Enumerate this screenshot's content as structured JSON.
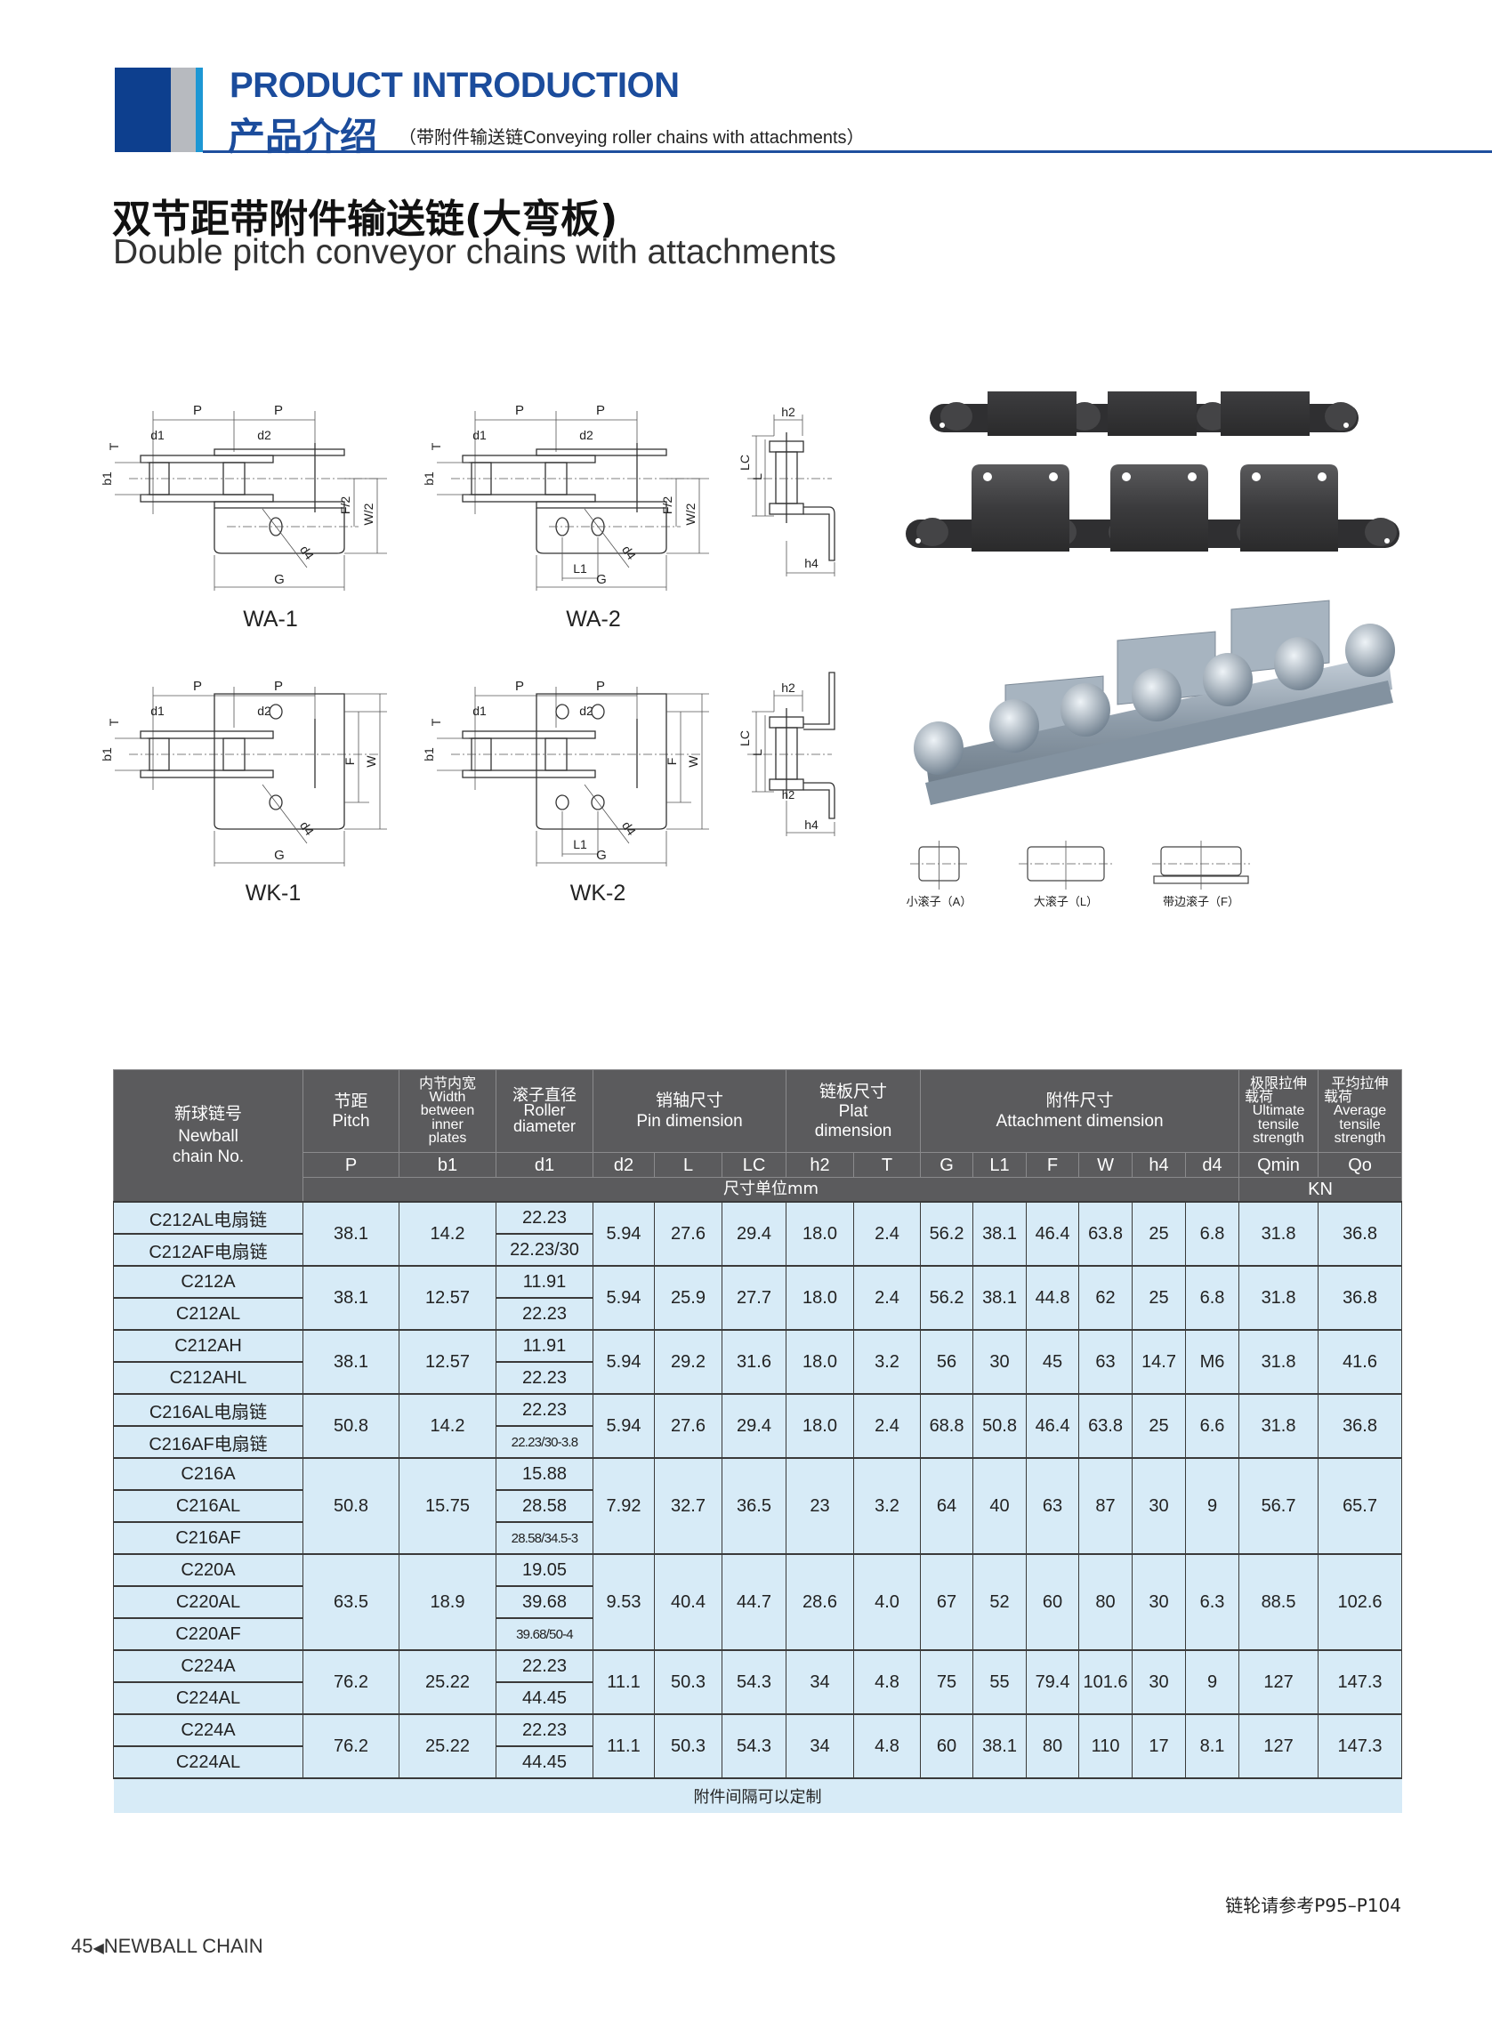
{
  "header": {
    "title_en": "PRODUCT INTRODUCTION",
    "title_cn": "产品介绍",
    "subtitle": "（带附件输送链Conveying roller chains with attachments）",
    "colors": {
      "dark_blue": "#0d3f8e",
      "gray": "#b7babf",
      "cyan": "#1d97d4",
      "title": "#1b4c9c"
    }
  },
  "section": {
    "title_cn": "双节距带附件输送链(大弯板)",
    "title_en": "Double pitch conveyor chains with attachments"
  },
  "diagrams": {
    "labels": {
      "wa1": "WA-1",
      "wa2": "WA-2",
      "wk1": "WK-1",
      "wk2": "WK-2"
    },
    "dims": {
      "P": "P",
      "d1": "d1",
      "d2": "d2",
      "T": "T",
      "b1": "b1",
      "F2": "F/2",
      "W2": "W/2",
      "F": "F",
      "W": "W",
      "d4": "d4",
      "G": "G",
      "L1": "L1",
      "h2": "h2",
      "h4": "h4",
      "LC": "LC",
      "L": "L"
    },
    "rollers": [
      "小滚子（A）",
      "大滚子（L）",
      "带边滚子（F）"
    ]
  },
  "table": {
    "header": {
      "chain_no": [
        "新球链号",
        "Newball",
        "chain No."
      ],
      "pitch": [
        "节距",
        "Pitch"
      ],
      "width": [
        "内节内宽",
        "Width",
        "between",
        "inner",
        "plates"
      ],
      "roller": [
        "滚子直径",
        "Roller",
        "diameter"
      ],
      "pin": [
        "销轴尺寸",
        "Pin dimension"
      ],
      "plate": [
        "链板尺寸",
        "Plat",
        "dimension"
      ],
      "attach": [
        "附件尺寸",
        "Attachment dimension"
      ],
      "ultimate": [
        "极限拉伸",
        "载荷",
        "Ultimate",
        "tensile",
        "strength"
      ],
      "average": [
        "平均拉伸",
        "载荷",
        "Average",
        "tensile",
        "strength"
      ],
      "symbols": [
        "P",
        "b1",
        "d1",
        "d2",
        "L",
        "LC",
        "h2",
        "T",
        "G",
        "L1",
        "F",
        "W",
        "h4",
        "d4",
        "Qmin",
        "Qo"
      ],
      "unit_mm": "尺寸单位mm",
      "unit_kn": "KN"
    },
    "groups": [
      {
        "names": [
          "C212AL电扇链",
          "C212AF电扇链"
        ],
        "P": "38.1",
        "b1": "14.2",
        "d1": [
          "22.23",
          "22.23/30"
        ],
        "d2": "5.94",
        "L": "27.6",
        "LC": "29.4",
        "h2": "18.0",
        "T": "2.4",
        "G": "56.2",
        "L1": "38.1",
        "F": "46.4",
        "W": "63.8",
        "h4": "25",
        "d4": "6.8",
        "Qmin": "31.8",
        "Qo": "36.8"
      },
      {
        "names": [
          "C212A",
          "C212AL"
        ],
        "P": "38.1",
        "b1": "12.57",
        "d1": [
          "11.91",
          "22.23"
        ],
        "d2": "5.94",
        "L": "25.9",
        "LC": "27.7",
        "h2": "18.0",
        "T": "2.4",
        "G": "56.2",
        "L1": "38.1",
        "F": "44.8",
        "W": "62",
        "h4": "25",
        "d4": "6.8",
        "Qmin": "31.8",
        "Qo": "36.8"
      },
      {
        "names": [
          "C212AH",
          "C212AHL"
        ],
        "P": "38.1",
        "b1": "12.57",
        "d1": [
          "11.91",
          "22.23"
        ],
        "d2": "5.94",
        "L": "29.2",
        "LC": "31.6",
        "h2": "18.0",
        "T": "3.2",
        "G": "56",
        "L1": "30",
        "F": "45",
        "W": "63",
        "h4": "14.7",
        "d4": "M6",
        "Qmin": "31.8",
        "Qo": "41.6"
      },
      {
        "names": [
          "C216AL电扇链",
          "C216AF电扇链"
        ],
        "P": "50.8",
        "b1": "14.2",
        "d1": [
          "22.23",
          "22.23/30-3.8"
        ],
        "d2": "5.94",
        "L": "27.6",
        "LC": "29.4",
        "h2": "18.0",
        "T": "2.4",
        "G": "68.8",
        "L1": "50.8",
        "F": "46.4",
        "W": "63.8",
        "h4": "25",
        "d4": "6.6",
        "Qmin": "31.8",
        "Qo": "36.8"
      },
      {
        "names": [
          "C216A",
          "C216AL",
          "C216AF"
        ],
        "P": "50.8",
        "b1": "15.75",
        "d1": [
          "15.88",
          "28.58",
          "28.58/34.5-3"
        ],
        "d2": "7.92",
        "L": "32.7",
        "LC": "36.5",
        "h2": "23",
        "T": "3.2",
        "G": "64",
        "L1": "40",
        "F": "63",
        "W": "87",
        "h4": "30",
        "d4": "9",
        "Qmin": "56.7",
        "Qo": "65.7"
      },
      {
        "names": [
          "C220A",
          "C220AL",
          "C220AF"
        ],
        "P": "63.5",
        "b1": "18.9",
        "d1": [
          "19.05",
          "39.68",
          "39.68/50-4"
        ],
        "d2": "9.53",
        "L": "40.4",
        "LC": "44.7",
        "h2": "28.6",
        "T": "4.0",
        "G": "67",
        "L1": "52",
        "F": "60",
        "W": "80",
        "h4": "30",
        "d4": "6.3",
        "Qmin": "88.5",
        "Qo": "102.6"
      },
      {
        "names": [
          "C224A",
          "C224AL"
        ],
        "P": "76.2",
        "b1": "25.22",
        "d1": [
          "22.23",
          "44.45"
        ],
        "d2": "11.1",
        "L": "50.3",
        "LC": "54.3",
        "h2": "34",
        "T": "4.8",
        "G": "75",
        "L1": "55",
        "F": "79.4",
        "W": "101.6",
        "h4": "30",
        "d4": "9",
        "Qmin": "127",
        "Qo": "147.3"
      },
      {
        "names": [
          "C224A",
          "C224AL"
        ],
        "P": "76.2",
        "b1": "25.22",
        "d1": [
          "22.23",
          "44.45"
        ],
        "d2": "11.1",
        "L": "50.3",
        "LC": "54.3",
        "h2": "34",
        "T": "4.8",
        "G": "60",
        "L1": "38.1",
        "F": "80",
        "W": "110",
        "h4": "17",
        "d4": "8.1",
        "Qmin": "127",
        "Qo": "147.3"
      }
    ],
    "footnote": "附件间隔可以定制",
    "colors": {
      "header_bg": "#5b5b5d",
      "cell_bg": "#d7ebf7"
    }
  },
  "sprocket_ref": "链轮请参考P95–P104",
  "footer": {
    "page": "45",
    "brand": "NEWBALL CHAIN"
  }
}
